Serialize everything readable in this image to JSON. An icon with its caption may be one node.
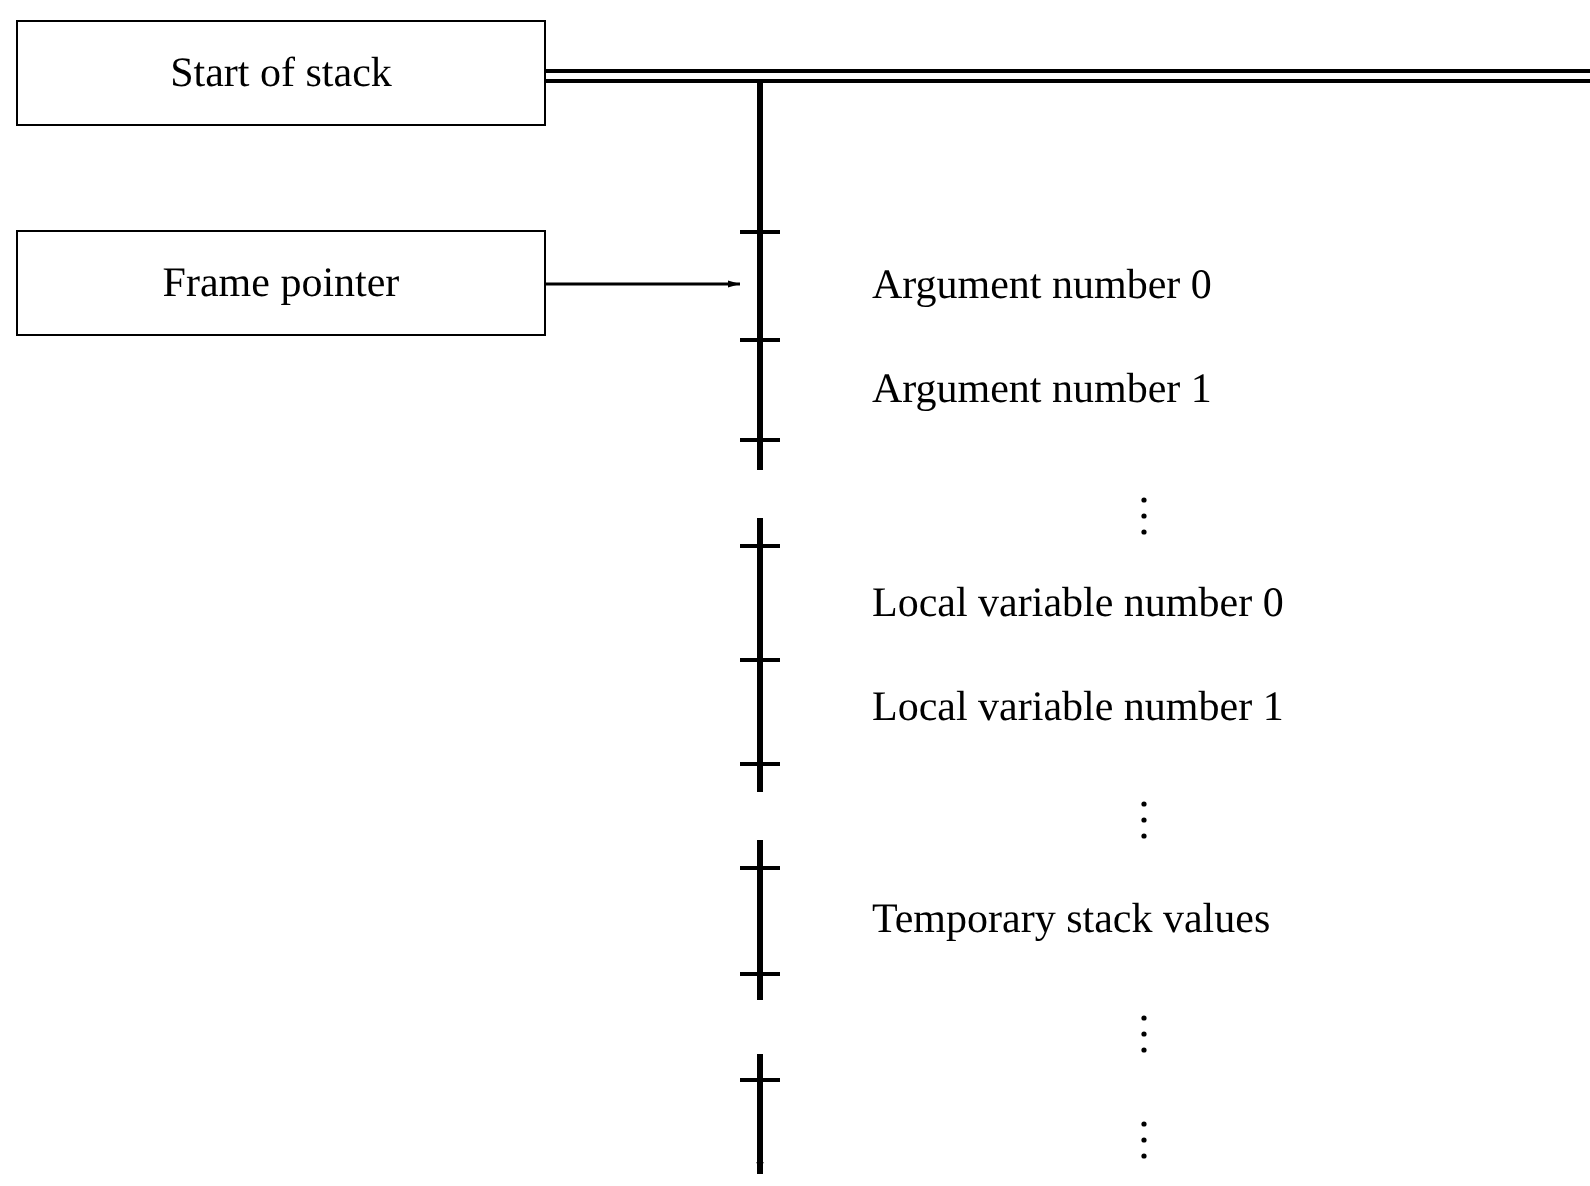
{
  "diagram": {
    "nodes": [
      {
        "text": [
          "Start of stack"
        ]
      },
      {
        "text": [
          "Frame pointer"
        ]
      },
      {
        "text": [],
        "shape": "bar"
      }
    ],
    "edges": [
      {
        "from": 0,
        "to": null,
        "arrow": "none"
      },
      {
        "from": 1,
        "to": 2,
        "arrow": "to"
      }
    ],
    "labels": [
      "Argument number 0",
      "Argument number 1",
      "Local variable number 0",
      "Local variable number 1",
      "Temporary stack values"
    ]
  }
}
